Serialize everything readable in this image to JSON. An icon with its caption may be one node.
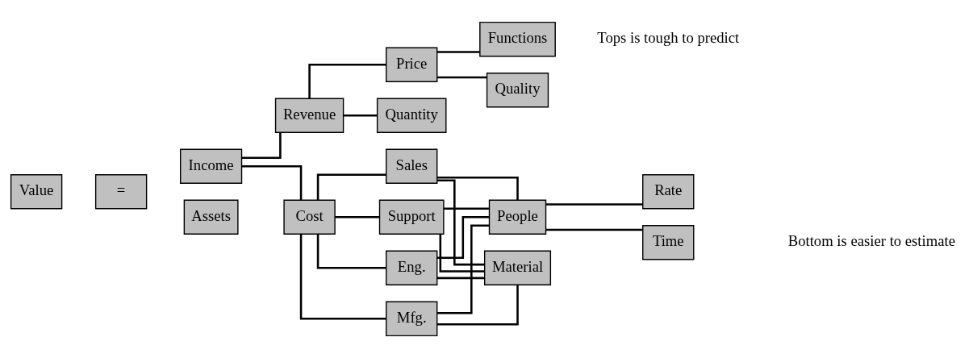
{
  "diagram": {
    "nodes": [
      {
        "text": [
          "Value"
        ]
      },
      {
        "text": [
          "="
        ]
      },
      {
        "text": [
          "Income"
        ]
      },
      {
        "text": [
          "Assets"
        ]
      },
      {
        "text": [
          "Revenue"
        ]
      },
      {
        "text": [
          "Cost"
        ]
      },
      {
        "text": [
          "Price"
        ]
      },
      {
        "text": [
          "Quantity"
        ]
      },
      {
        "text": [
          "Functions"
        ]
      },
      {
        "text": [
          "Quality"
        ]
      },
      {
        "text": [
          "Eng."
        ]
      },
      {
        "text": [
          "Mfg."
        ]
      },
      {
        "text": [
          "Sales"
        ]
      },
      {
        "text": [
          "Support"
        ]
      },
      {
        "text": [
          "People"
        ]
      },
      {
        "text": [
          "Material"
        ]
      },
      {
        "text": [
          "Time"
        ]
      },
      {
        "text": [
          "Rate"
        ]
      }
    ],
    "edges": [
      {
        "from": 2,
        "to": 4,
        "arrow": "none"
      },
      {
        "from": 2,
        "to": 5,
        "arrow": "none"
      },
      {
        "from": 4,
        "to": 6,
        "arrow": "none"
      },
      {
        "from": 4,
        "to": 7,
        "arrow": "none"
      },
      {
        "from": 6,
        "to": 8,
        "arrow": "none"
      },
      {
        "from": 6,
        "to": 9,
        "arrow": "none"
      },
      {
        "from": 5,
        "to": 10,
        "arrow": "none"
      },
      {
        "from": 5,
        "to": 11,
        "arrow": "none"
      },
      {
        "from": 5,
        "to": 12,
        "arrow": "none"
      },
      {
        "from": 5,
        "to": 13,
        "arrow": "none"
      },
      {
        "from": 10,
        "to": 14,
        "arrow": "none"
      },
      {
        "from": 11,
        "to": 14,
        "arrow": "none"
      },
      {
        "from": 12,
        "to": 14,
        "arrow": "none"
      },
      {
        "from": 13,
        "to": 14,
        "arrow": "none"
      },
      {
        "from": 10,
        "to": 15,
        "arrow": "none"
      },
      {
        "from": 11,
        "to": 15,
        "arrow": "none"
      },
      {
        "from": 12,
        "to": 15,
        "arrow": "none"
      },
      {
        "from": 13,
        "to": 15,
        "arrow": "none"
      },
      {
        "from": 14,
        "to": 16,
        "arrow": "none"
      },
      {
        "from": 14,
        "to": 17,
        "arrow": "none"
      }
    ],
    "labels": [
      "Tops is tough to predict",
      "Bottom is easier to estimate"
    ]
  }
}
